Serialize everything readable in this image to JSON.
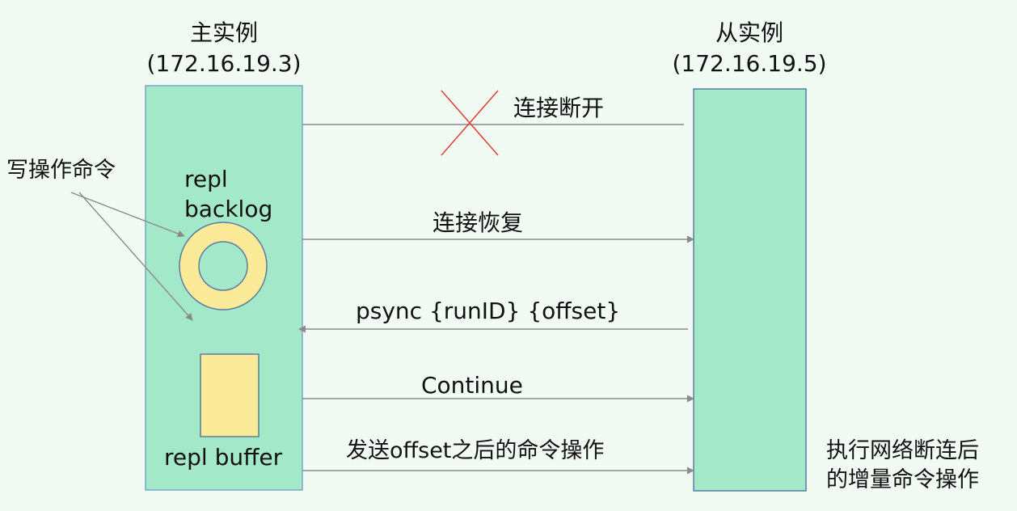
{
  "master": {
    "title": "主实例",
    "ip": "(172.16.19.3)",
    "backlog_label_line1": "repl",
    "backlog_label_line2": "backlog",
    "buffer_label": "repl buffer"
  },
  "slave": {
    "title": "从实例",
    "ip": "(172.16.19.5)"
  },
  "write_ops_label": "写操作命令",
  "arrows": {
    "disconnect": "连接断开",
    "reconnect": "连接恢复",
    "psync": "psync {runID} {offset}",
    "continue": "Continue",
    "send_after_offset": "发送offset之后的命令操作"
  },
  "slave_note": {
    "line1": "执行网络断连后",
    "line2": "的增量命令操作"
  },
  "colors": {
    "background": "#f1faf3",
    "instance_fill": "#a3e8c8",
    "instance_stroke": "#7aa8c6",
    "yellow_fill": "#fbeb98",
    "yellow_stroke": "#5e7ba3",
    "arrow": "#8a8a8a",
    "cross": "#e0463a"
  }
}
